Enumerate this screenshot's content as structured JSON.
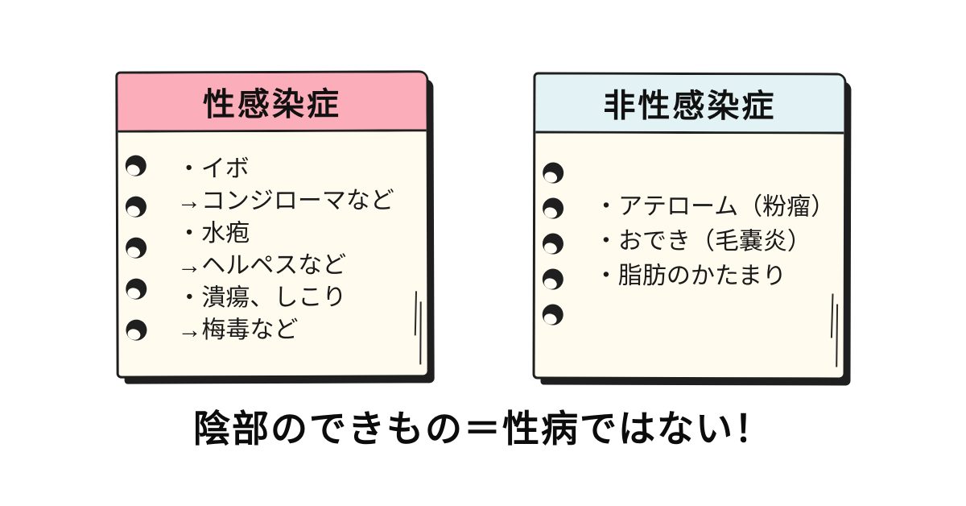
{
  "caption": "陰部のできもの＝性病ではない！",
  "colors": {
    "ink": "#1f1f1f",
    "paper": "#fffbef",
    "pink_header": "#fbadb9",
    "blue_header": "#e3f2f4",
    "page_background": "#ffffff"
  },
  "cards": [
    {
      "title": "性感染症",
      "header_color": "#fbadb9",
      "bullet_icon": "notebook-hole-icon",
      "bullet_count": 5,
      "lines": [
        "・イボ",
        "→コンジローマなど",
        "・水疱",
        "→ヘルペスなど",
        "・潰瘍、しこり",
        "→梅毒など"
      ]
    },
    {
      "title": "非性感染症",
      "header_color": "#e3f2f4",
      "bullet_icon": "notebook-hole-icon",
      "bullet_count": 5,
      "lines": [
        "",
        "・アテローム（粉瘤）",
        "・おでき（毛嚢炎）",
        "・脂肪のかたまり",
        ""
      ]
    }
  ]
}
